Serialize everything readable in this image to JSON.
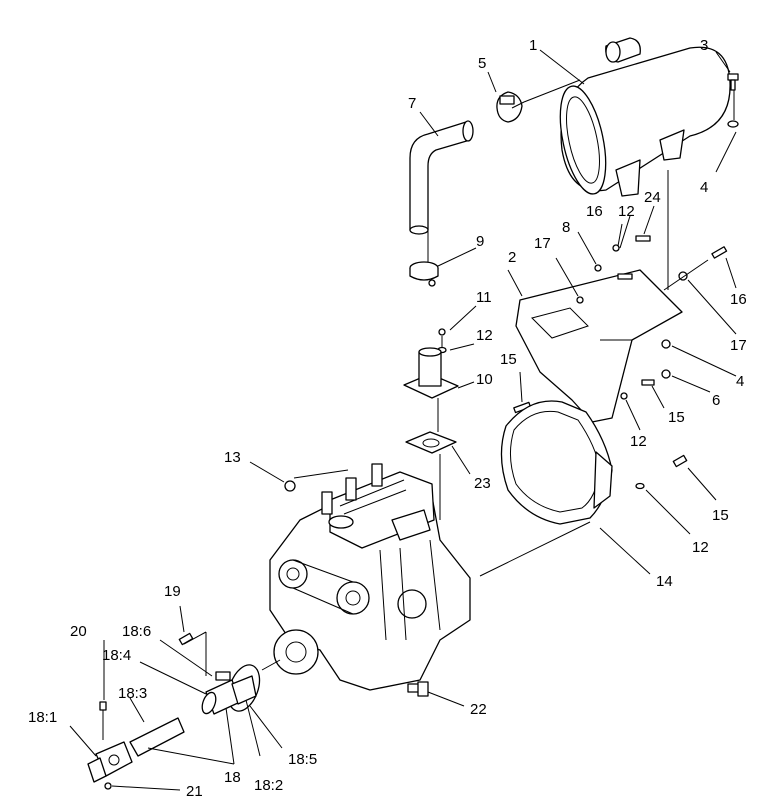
{
  "callouts": [
    {
      "id": "c1",
      "label": "1"
    },
    {
      "id": "c2",
      "label": "2"
    },
    {
      "id": "c3",
      "label": "3"
    },
    {
      "id": "c4a",
      "label": "4"
    },
    {
      "id": "c4b",
      "label": "4"
    },
    {
      "id": "c5",
      "label": "5"
    },
    {
      "id": "c6",
      "label": "6"
    },
    {
      "id": "c7",
      "label": "7"
    },
    {
      "id": "c8",
      "label": "8"
    },
    {
      "id": "c9",
      "label": "9"
    },
    {
      "id": "c10",
      "label": "10"
    },
    {
      "id": "c11",
      "label": "11"
    },
    {
      "id": "c12a",
      "label": "12"
    },
    {
      "id": "c12b",
      "label": "12"
    },
    {
      "id": "c12c",
      "label": "12"
    },
    {
      "id": "c12d",
      "label": "12"
    },
    {
      "id": "c13",
      "label": "13"
    },
    {
      "id": "c14",
      "label": "14"
    },
    {
      "id": "c15a",
      "label": "15"
    },
    {
      "id": "c15b",
      "label": "15"
    },
    {
      "id": "c15c",
      "label": "15"
    },
    {
      "id": "c16a",
      "label": "16"
    },
    {
      "id": "c16b",
      "label": "16"
    },
    {
      "id": "c17a",
      "label": "17"
    },
    {
      "id": "c17b",
      "label": "17"
    },
    {
      "id": "c18",
      "label": "18"
    },
    {
      "id": "c18_1",
      "label": "18:1"
    },
    {
      "id": "c18_2",
      "label": "18:2"
    },
    {
      "id": "c18_3",
      "label": "18:3"
    },
    {
      "id": "c18_4",
      "label": "18:4"
    },
    {
      "id": "c18_5",
      "label": "18:5"
    },
    {
      "id": "c18_6",
      "label": "18:6"
    },
    {
      "id": "c19",
      "label": "19"
    },
    {
      "id": "c20",
      "label": "20"
    },
    {
      "id": "c21",
      "label": "21"
    },
    {
      "id": "c22",
      "label": "22"
    },
    {
      "id": "c23",
      "label": "23"
    },
    {
      "id": "c24",
      "label": "24"
    }
  ]
}
